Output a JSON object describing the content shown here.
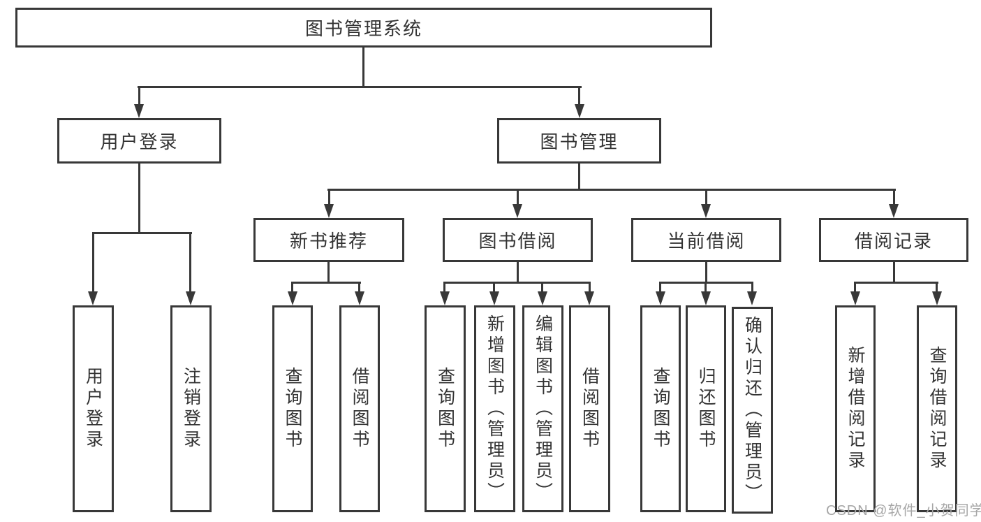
{
  "title": "图书管理系统",
  "nodes": {
    "root": {
      "label": "图书管理系统"
    },
    "user_login": {
      "label": "用户登录"
    },
    "book_mgmt": {
      "label": "图书管理"
    },
    "new_book_rec": {
      "label": "新书推荐"
    },
    "book_borrow": {
      "label": "图书借阅"
    },
    "current_borrow": {
      "label": "当前借阅"
    },
    "borrow_record": {
      "label": "借阅记录"
    },
    "leaf_user_login": {
      "label": "用户登录"
    },
    "leaf_logout": {
      "label": "注销登录"
    },
    "leaf_query_book_new": {
      "label": "查询图书"
    },
    "leaf_borrow_book_new": {
      "label": "借阅图书"
    },
    "leaf_query_book_borrow": {
      "label": "查询图书"
    },
    "leaf_add_book": {
      "label": "新增图书（管理员）"
    },
    "leaf_edit_book": {
      "label": "编辑图书（管理员）"
    },
    "leaf_borrow_book_borrow": {
      "label": "借阅图书"
    },
    "leaf_query_book_current": {
      "label": "查询图书"
    },
    "leaf_return_book": {
      "label": "归还图书"
    },
    "leaf_confirm_return": {
      "label": "确认归还（管理员）"
    },
    "leaf_add_borrow_record": {
      "label": "新增借阅记录"
    },
    "leaf_query_borrow_record": {
      "label": "查询借阅记录"
    }
  },
  "watermark": {
    "text": "CSDN @软件_小贺同学",
    "color": "#a6a6a6"
  },
  "colors": {
    "line": "#383838",
    "text": "#333333",
    "background": "#ffffff"
  }
}
